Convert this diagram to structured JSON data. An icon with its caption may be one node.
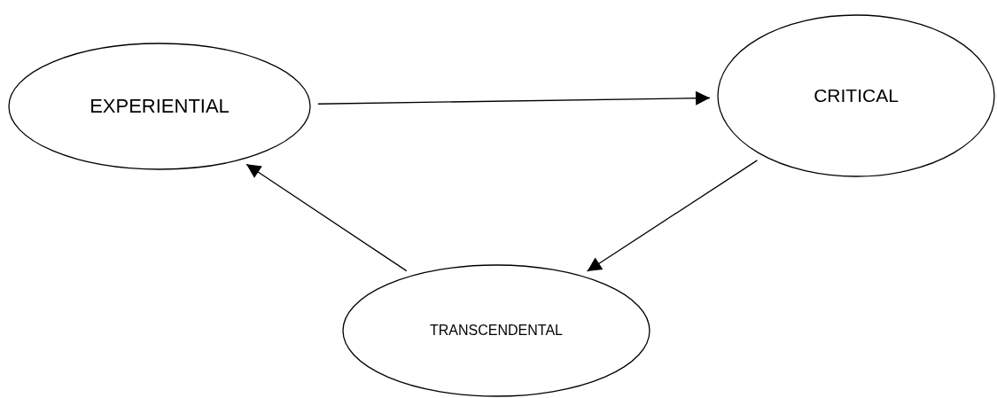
{
  "diagram": {
    "nodes": [
      {
        "text": [
          "EXPERIENTIAL"
        ]
      },
      {
        "text": [
          "CRITICAL"
        ]
      },
      {
        "text": [
          "TRANSCENDENTAL"
        ]
      }
    ],
    "edges": [
      {
        "from": 0,
        "to": 1,
        "arrow": "to"
      },
      {
        "from": 1,
        "to": 2,
        "arrow": "to"
      },
      {
        "from": 2,
        "to": 0,
        "arrow": "to"
      }
    ]
  }
}
